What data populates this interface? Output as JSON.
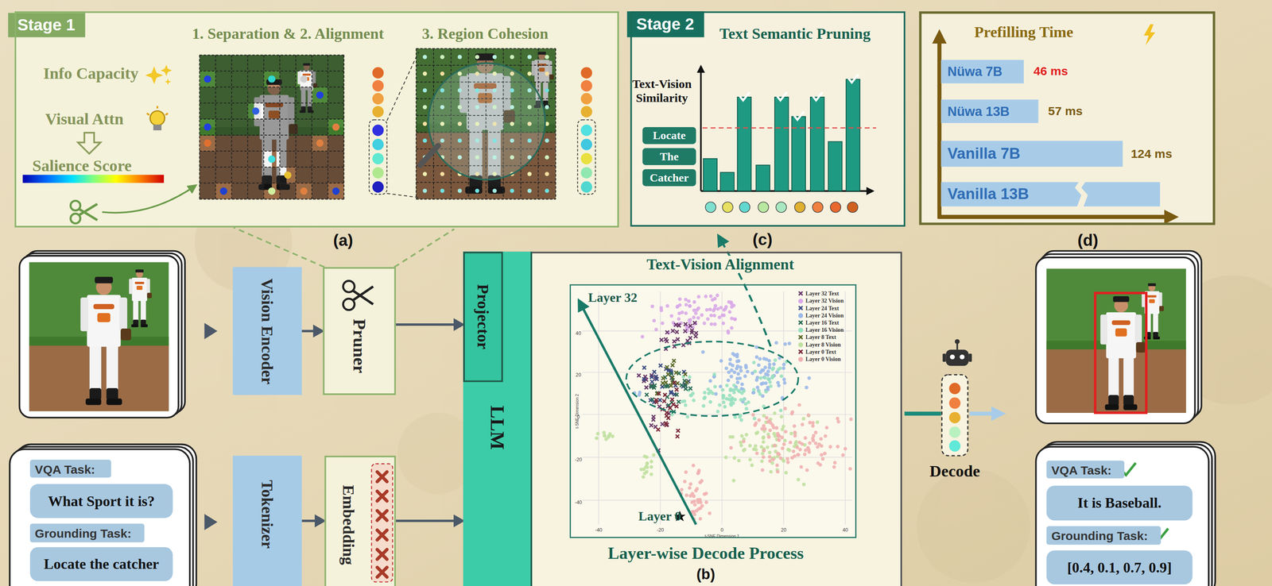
{
  "diagram": {
    "nodes": [
      {
        "text": [
          "Stage 1",
          "(a)"
        ]
      },
      {
        "text": [
          "Stage 2",
          "Text Semantic Pruning",
          "(c)"
        ]
      },
      {
        "text": [
          "Locate"
        ],
        "in": 1
      },
      {
        "text": [
          "The"
        ],
        "in": 1
      },
      {
        "text": [
          "Catcher"
        ],
        "in": 1
      },
      {
        "text": [
          "Prefilling Time",
          "(d)"
        ]
      },
      {
        "text": [
          "Nüwa 7B"
        ],
        "in": 5
      },
      {
        "text": [
          "Nüwa 13B"
        ],
        "in": 5
      },
      {
        "text": [
          "Vanilla 7B"
        ],
        "in": 5
      },
      {
        "text": [
          "Vanilla 13B"
        ],
        "in": 5
      },
      {
        "text": [
          "Vision Encoder"
        ]
      },
      {
        "text": [
          "Pruner"
        ]
      },
      {
        "text": [
          "VQA Task:"
        ]
      },
      {
        "text": [
          "What Sport it is?"
        ]
      },
      {
        "text": [
          "Grounding Task:"
        ]
      },
      {
        "text": [
          "Locate the catcher"
        ]
      },
      {
        "text": [
          "Tokenizer"
        ]
      },
      {
        "text": [
          "Embedding"
        ]
      },
      {
        "text": [
          "Text-Vision Alignment",
          "Layer-wise Decode Process",
          "(b)"
        ]
      },
      {
        "text": [
          "LLM"
        ],
        "in": 18
      },
      {
        "text": [
          "Projector"
        ],
        "in": 19
      },
      {
        "text": [
          "VQA Task:"
        ]
      },
      {
        "text": [
          "It is Baseball."
        ]
      },
      {
        "text": [
          "Grounding Task:"
        ]
      },
      {
        "text": [
          "[0.4, 0.1, 0.7, 0.9]"
        ]
      }
    ],
    "edges": [
      {
        "from": 10,
        "to": 11,
        "arrow": "to"
      },
      {
        "from": 11,
        "to": 20,
        "arrow": "to"
      },
      {
        "from": 16,
        "to": 17,
        "arrow": "to"
      },
      {
        "from": 17,
        "to": 19,
        "arrow": "to"
      },
      {
        "from": 11,
        "to": 0,
        "arrow": "none"
      }
    ],
    "labels": [
      "1. Separation & 2. Alignment",
      "3. Region Cohesion",
      "Info Capacity",
      "Visual Attn",
      "Salience Score",
      "Text-Vision Similarity",
      "46 ms",
      "57 ms",
      "124 ms",
      "Layer 32",
      "Layer 0",
      "t-SNE Dimension 1",
      "t-SNE Dimension 2",
      "-40",
      "-20",
      "0",
      "20",
      "40",
      "40",
      "20",
      "0",
      "-20",
      "-40",
      "Decode"
    ],
    "legend": [
      {
        "text": "Layer 32 Text",
        "color": "#6a3a6a"
      },
      {
        "text": "Layer 32 Vision",
        "color": "#d8a8e8"
      },
      {
        "text": "Layer 24 Text",
        "color": "#3a4a80"
      },
      {
        "text": "Layer 24 Vision",
        "color": "#9ab8e8"
      },
      {
        "text": "Layer 16 Text",
        "color": "#2a6a55"
      },
      {
        "text": "Layer 16 Vision",
        "color": "#98e0c0"
      },
      {
        "text": "Layer 8 Text",
        "color": "#5a6a2a"
      },
      {
        "text": "Layer 8 Vision",
        "color": "#c0e0a0"
      },
      {
        "text": "Layer 0 Text",
        "color": "#7a2a3a"
      },
      {
        "text": "Layer 0 Vision",
        "color": "#f0b0b0"
      }
    ]
  }
}
